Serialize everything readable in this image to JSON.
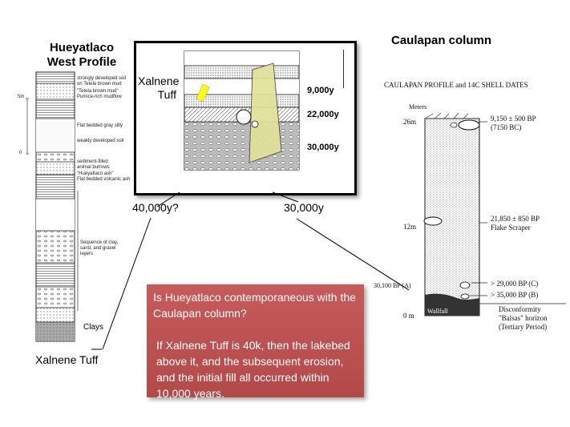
{
  "hueyatlaco": {
    "title_line1": "Hueyatlaco",
    "title_line2": "West Profile",
    "scale": [
      "5m",
      "0"
    ],
    "annotations": [
      "strongly developed soil on Tetela brown mud",
      "\"Tetela brown mud\" Pumice-rich mudflow",
      "Flat bedded gray silty",
      "weakly developed soil",
      "sediment-filled animal burrows",
      "\"Hueyatlaco ash\"",
      "Flat bedded volcanic ash",
      "Sequence of clay, sand, and gravel layers",
      "Clays"
    ],
    "bottom_label": "Xalnene Tuff"
  },
  "inset": {
    "xalnene_label_line1": "Xalnene",
    "xalnene_label_line2": "Tuff",
    "dates": [
      "9,000y",
      "22,000y",
      "30,000y"
    ]
  },
  "age_labels": {
    "left": "40,000y?",
    "right": "30,000y"
  },
  "caulapan": {
    "title": "Caulapan column",
    "figure_title": "CAULAPAN PROFILE and 14C SHELL DATES",
    "meters_label": "Meters",
    "depth_labels": [
      "26m",
      "12m",
      "30,100 BP (A)",
      "0 m"
    ],
    "dates": [
      "9,150 ± 500 BP",
      "(7150 BC)",
      "21,850 ± 850 BP",
      "Flake Scraper",
      "> 29,000 BP (C)",
      "> 35,000 BP (B)"
    ],
    "wallfall": "Wallfall",
    "disconformity": [
      "Disconformity",
      "\"Balsas\" horizon",
      "(Tertiary Period)"
    ]
  },
  "callout": {
    "question": "Is Hueyatlaco contemporaneous with the Caulapan column?",
    "body": "If Xalnene Tuff is 40k, then the lakebed above it, and the subsequent erosion, and the initial fill all occurred within 10,000 years."
  },
  "colors": {
    "callout_bg": "#b94d4d",
    "highlight": "#ffff00",
    "slab": "#e2e29a"
  }
}
